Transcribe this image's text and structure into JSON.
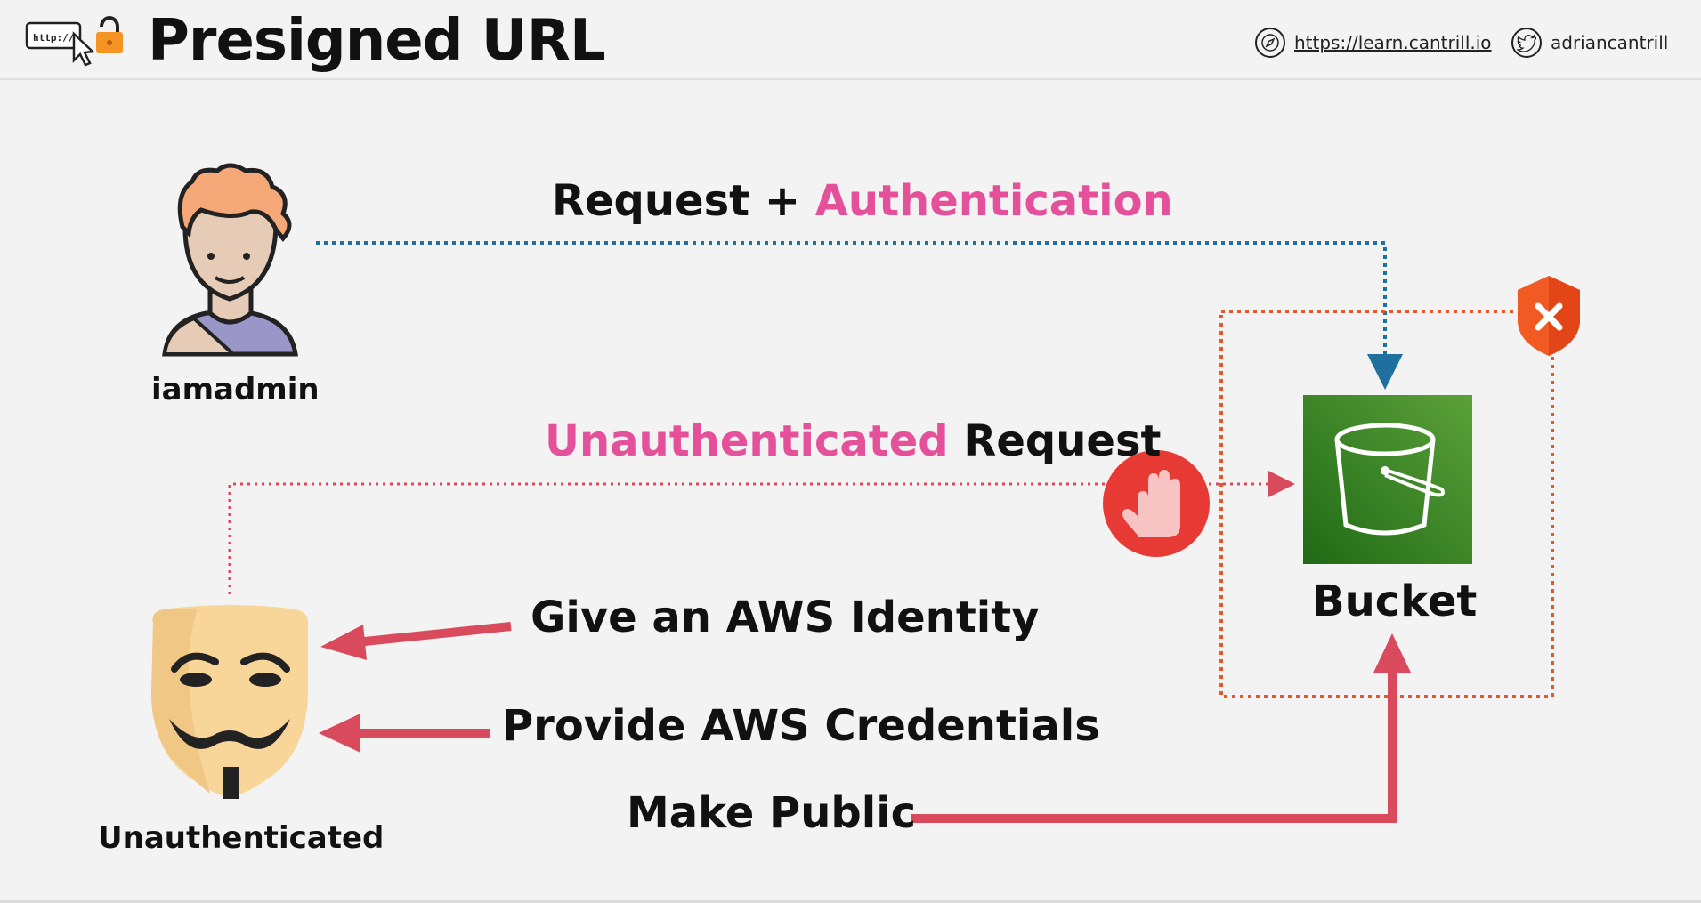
{
  "header": {
    "title": "Presigned URL",
    "logo_text": "http://",
    "site_link": "https://learn.cantrill.io",
    "twitter_handle": "adriancantrill"
  },
  "actors": {
    "admin_label": "iamadmin",
    "anon_label": "Unauthenticated",
    "bucket_label": "Bucket"
  },
  "flows": {
    "auth_request_prefix": "Request + ",
    "auth_request_highlight": "Authentication",
    "unauth_request_highlight": "Unauthenticated",
    "unauth_request_suffix": " Request",
    "option_identity": "Give an AWS Identity",
    "option_credentials": "Provide AWS Credentials",
    "option_public": "Make Public"
  },
  "colors": {
    "accent_pink": "#e4509a",
    "arrow_red": "#d94b5c",
    "blue_dotted": "#1f6f9f",
    "orange_dotted": "#e8572a",
    "bucket_green": "#3f8f24"
  }
}
